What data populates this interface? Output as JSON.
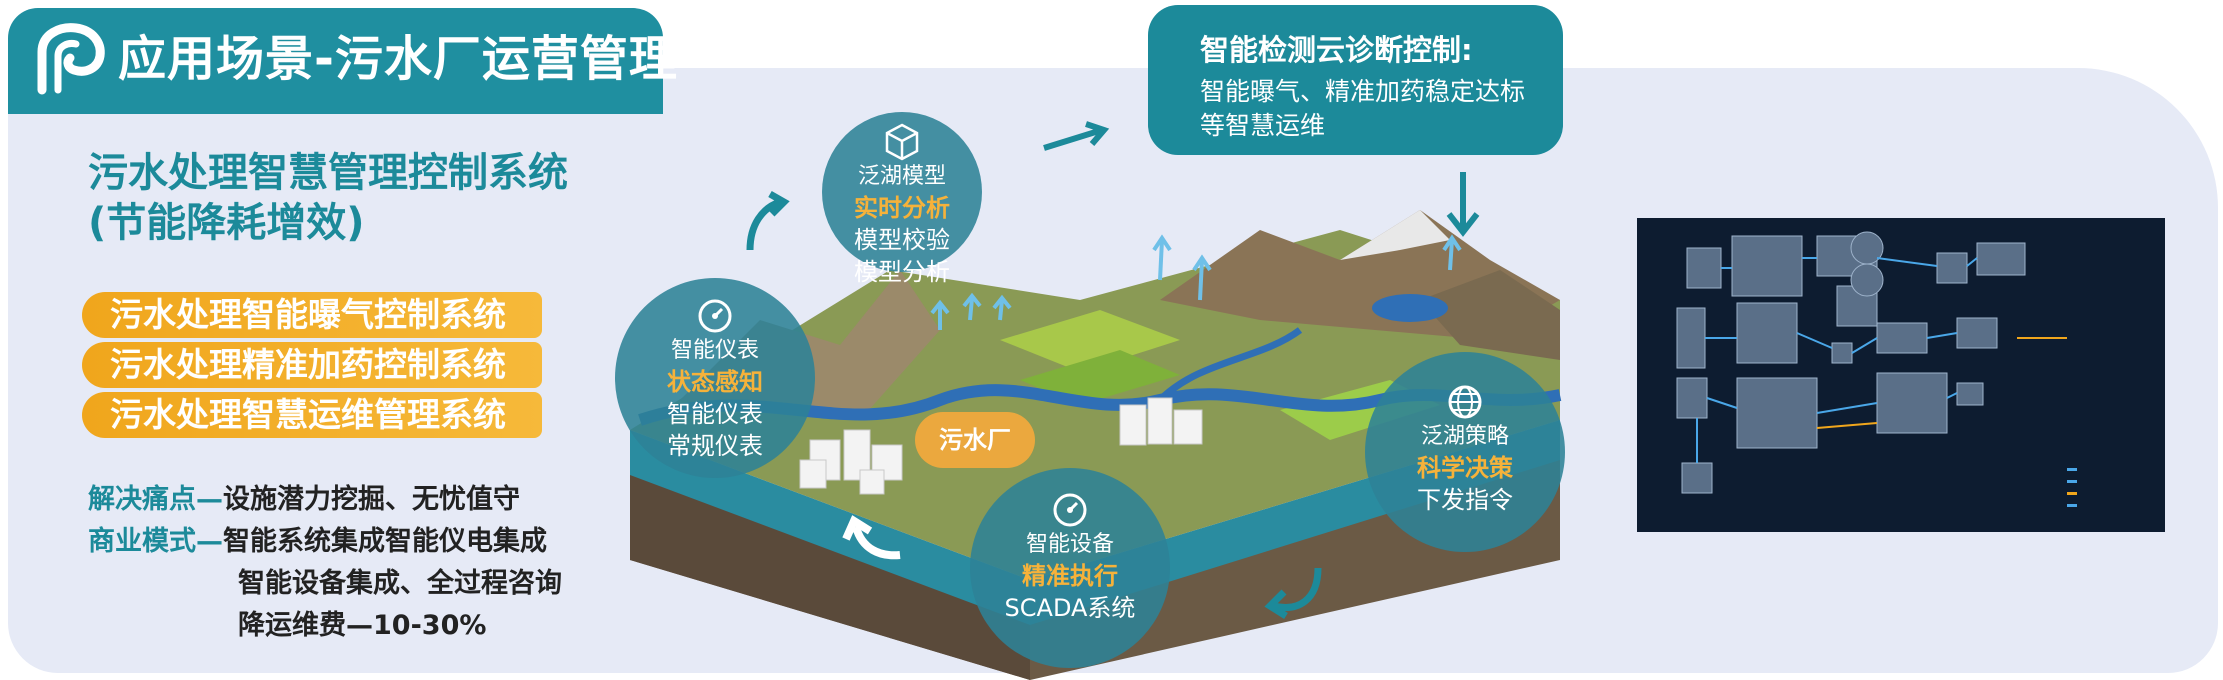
{
  "header": {
    "title": "应用场景-污水厂运营管理"
  },
  "left": {
    "heading_line1": "污水处理智慧管理控制系统",
    "heading_line2": "(节能降耗增效)",
    "pills": [
      "污水处理智能曝气控制系统",
      "污水处理精准加药控制系统",
      "污水处理智慧运维管理系统"
    ],
    "pain_key": "解决痛点—",
    "pain_val": "设施潜力挖掘、无忧值守",
    "biz_key": "商业模式—",
    "biz_val1": "智能系统集成智能仪电集成",
    "biz_val2": "智能设备集成、全过程咨询",
    "biz_val3": "降运维费—10-30%"
  },
  "cloud_box": {
    "title": "智能检测云诊断控制:",
    "desc": "智能曝气、精准加药稳定达标等智慧运维"
  },
  "circles": {
    "model": {
      "title": "泛湖模型",
      "highlight": "实时分析",
      "l1": "模型校验",
      "l2": "模型分析"
    },
    "meter": {
      "title": "智能仪表",
      "highlight": "状态感知",
      "l1": "智能仪表",
      "l2": "常规仪表"
    },
    "strategy": {
      "title": "泛湖策略",
      "highlight": "科学决策",
      "l1": "下发指令"
    },
    "device": {
      "title": "智能设备",
      "highlight": "精准执行",
      "l1": "SCADA系统"
    }
  },
  "plant_label": "污水厂",
  "colors": {
    "teal": "#1c8a9a",
    "orange": "#f0a61c",
    "panel": "#e6eaf6"
  },
  "icons": [
    "logo-icon",
    "cube-icon",
    "gauge-icon",
    "globe-icon",
    "arrow-icon"
  ]
}
